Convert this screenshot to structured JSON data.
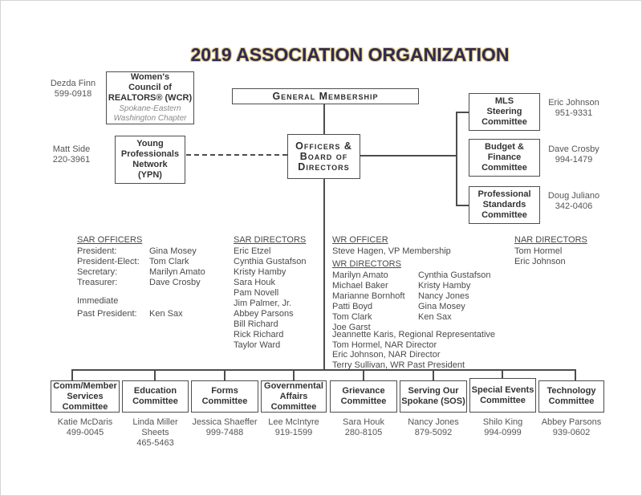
{
  "title": "2019 ASSOCIATION ORGANIZATION",
  "top": {
    "wcr": {
      "label": [
        "Women's",
        "Council of",
        "REALTORS® (WCR)"
      ],
      "subtitle": [
        "Spokane-Eastern",
        "Washington Chapter"
      ],
      "contact": [
        "Dezda Finn",
        "599-0918"
      ]
    },
    "general_membership": "General Membership",
    "ypn": {
      "label": [
        "Young",
        "Professionals",
        "Network",
        "(YPN)"
      ],
      "contact": [
        "Matt Side",
        "220-3961"
      ]
    },
    "officers_board": [
      "Officers &",
      "Board of",
      "Directors"
    ],
    "right_committees": [
      {
        "label": [
          "MLS",
          "Steering",
          "Committee"
        ],
        "contact": [
          "Eric Johnson",
          "951-9331"
        ]
      },
      {
        "label": [
          "Budget &",
          "Finance",
          "Committee"
        ],
        "contact": [
          "Dave Crosby",
          "994-1479"
        ]
      },
      {
        "label": [
          "Professional",
          "Standards",
          "Committee"
        ],
        "contact": [
          "Doug Juliano",
          "342-0406"
        ]
      }
    ]
  },
  "lists": {
    "sar_officers": {
      "header": "SAR OFFICERS",
      "rows": [
        {
          "label": "President:",
          "value": "Gina Mosey"
        },
        {
          "label": "President-Elect:",
          "value": "Tom Clark"
        },
        {
          "label": "Secretary:",
          "value": "Marilyn Amato"
        },
        {
          "label": "Treasurer:",
          "value": "Dave Crosby"
        }
      ],
      "immediate_label": "Immediate",
      "past_president_label": "Past President:",
      "past_president_value": "Ken Sax"
    },
    "sar_directors": {
      "header": "SAR DIRECTORS",
      "names": [
        "Eric Etzel",
        "Cynthia Gustafson",
        "Kristy Hamby",
        "Sara Houk",
        "Pam Novell",
        "Jim Palmer, Jr.",
        "Abbey Parsons",
        "Bill Richard",
        "Rick Richard",
        "Taylor Ward"
      ]
    },
    "wr_officer": {
      "header": "WR OFFICER",
      "names": [
        "Steve Hagen, VP Membership"
      ]
    },
    "wr_directors": {
      "header": "WR DIRECTORS",
      "col1": [
        "Marilyn Amato",
        "Michael Baker",
        "Marianne Bornhoft",
        "Patti Boyd",
        "Tom Clark",
        "Joe Garst"
      ],
      "col2": [
        "Cynthia Gustafson",
        "Kristy Hamby",
        "Nancy Jones",
        "Gina Mosey",
        "Ken Sax"
      ]
    },
    "representatives": [
      "Jeannette Karis, Regional Representative",
      "Tom Hormel, NAR Director",
      "Eric Johnson, NAR Director",
      "Terry Sullivan, WR Past President"
    ],
    "nar_directors": {
      "header": "NAR DIRECTORS",
      "names": [
        "Tom Hormel",
        "Eric Johnson"
      ]
    }
  },
  "committees": [
    {
      "label": [
        "Comm/Member",
        "Services",
        "Committee"
      ],
      "contact": [
        "Katie McDaris",
        "499-0045"
      ]
    },
    {
      "label": [
        "Education",
        "Committee"
      ],
      "contact": [
        "Linda Miller",
        "Sheets",
        "465-5463"
      ]
    },
    {
      "label": [
        "Forms",
        "Committee"
      ],
      "contact": [
        "Jessica Shaeffer",
        "999-7488"
      ]
    },
    {
      "label": [
        "Governmental",
        "Affairs",
        "Committee"
      ],
      "contact": [
        "Lee McIntyre",
        "919-1599"
      ]
    },
    {
      "label": [
        "Grievance",
        "Committee"
      ],
      "contact": [
        "Sara Houk",
        "280-8105"
      ]
    },
    {
      "label": [
        "Serving Our",
        "Spokane (SOS)"
      ],
      "contact": [
        "Nancy Jones",
        "879-5092"
      ]
    },
    {
      "label": [
        "Special Events",
        "Committee"
      ],
      "contact": [
        "Shilo King",
        "994-0999"
      ]
    },
    {
      "label": [
        "Technology",
        "Committee"
      ],
      "contact": [
        "Abbey Parsons",
        "939-0602"
      ]
    }
  ]
}
